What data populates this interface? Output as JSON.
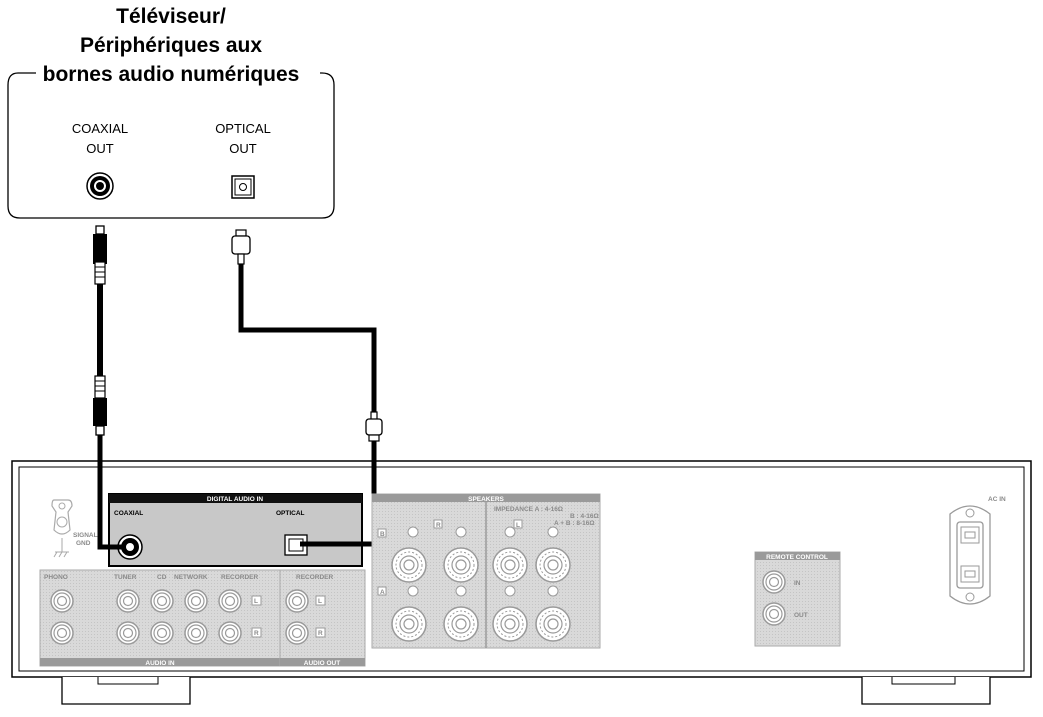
{
  "source_device": {
    "title_line1": "Téléviseur/",
    "title_line2": "Périphériques aux",
    "title_line3": "bornes audio numériques",
    "coaxial_label_1": "COAXIAL",
    "coaxial_label_2": "OUT",
    "optical_label_1": "OPTICAL",
    "optical_label_2": "OUT"
  },
  "amplifier_panel": {
    "digital_audio_in": "DIGITAL AUDIO IN",
    "coaxial": "COAXIAL",
    "optical": "OPTICAL",
    "signal_gnd_1": "SIGNAL",
    "signal_gnd_2": "GND",
    "speakers": "SPEAKERS",
    "impedance_1": "IMPEDANCE  A   : 4-16Ω",
    "impedance_2": "B   : 4-16Ω",
    "impedance_3": "A + B : 8-16Ω",
    "spk_L": "L",
    "spk_R": "R",
    "spk_A": "A",
    "spk_B": "B",
    "phono": "PHONO",
    "tuner": "TUNER",
    "cd": "CD",
    "network": "NETWORK",
    "recorder_in": "RECORDER",
    "recorder_out": "RECORDER",
    "ch_L": "L",
    "ch_R": "R",
    "audio_in": "AUDIO IN",
    "audio_out": "AUDIO OUT",
    "remote_control": "REMOTE CONTROL",
    "remote_in": "IN",
    "remote_out": "OUT",
    "ac_in": "AC IN"
  },
  "colors": {
    "outline": "#000000",
    "panel_gray": "#c8c8c8",
    "dark_label_bar": "#111111",
    "cable": "#000000"
  }
}
